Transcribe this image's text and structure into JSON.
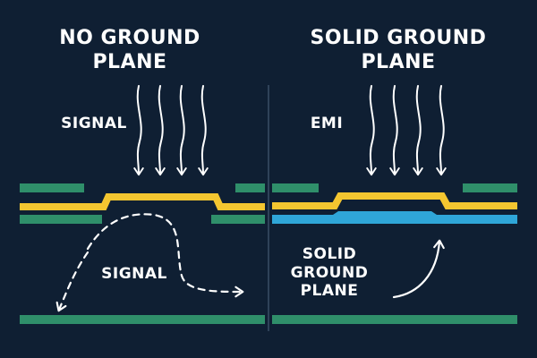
{
  "left_panel": {
    "title_line1": "NO GROUND",
    "title_line2": "PLANE",
    "arrows_label": "SIGNAL",
    "return_path_label": "SIGNAL"
  },
  "right_panel": {
    "title_line1": "SOLID GROUND",
    "title_line2": "PLANE",
    "arrows_label": "EMI",
    "plane_label_line1": "SOLID",
    "plane_label_line2": "GROUND",
    "plane_label_line3": "PLANE"
  },
  "colors": {
    "background": "#0f1f33",
    "trace_yellow": "#f4c630",
    "copper_green": "#2f8f6a",
    "ground_plane_blue": "#2fa6d8",
    "arrows": "#ffffff",
    "divider": "#3a4e66"
  },
  "icons": {
    "incoming_waves": "wavy-arrow-icon",
    "return_path": "dashed-curved-arrow-icon",
    "current_path": "curved-arrow-icon"
  }
}
